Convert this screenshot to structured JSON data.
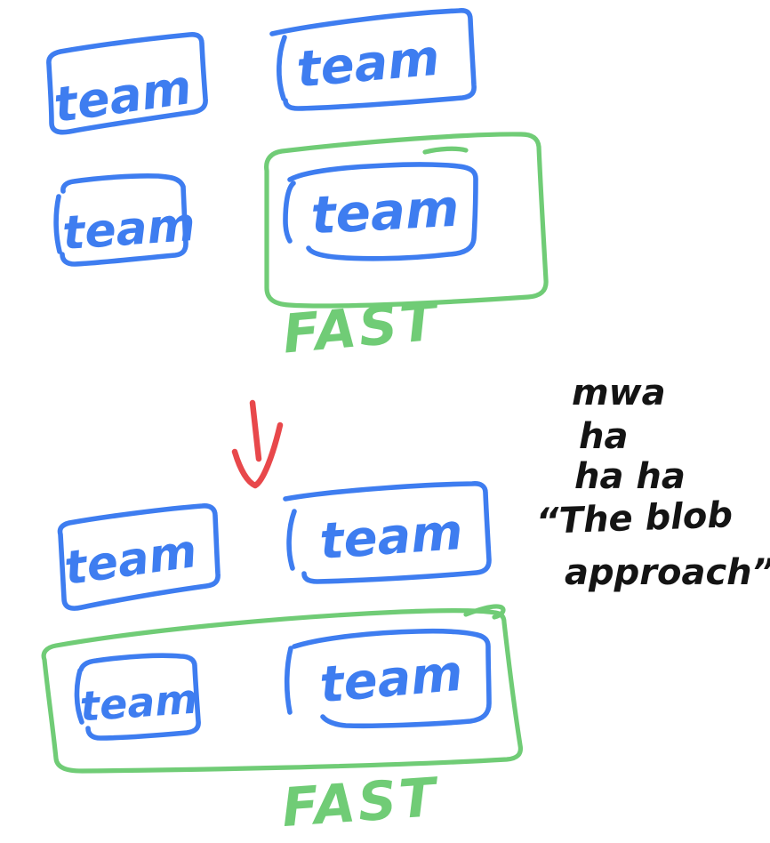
{
  "colors": {
    "background": "#ffffff",
    "team_stroke": "#3e7df0",
    "fast_stroke": "#70cc76",
    "arrow_stroke": "#e8484b",
    "annotation_ink": "#141414"
  },
  "diagram": {
    "top_group": {
      "teams_outside": [
        "team",
        "team",
        "team"
      ],
      "fast_container": {
        "teams": [
          "team"
        ],
        "label": "FAST"
      }
    },
    "transition_arrow": {
      "shape": "down-arrow"
    },
    "annotation": {
      "lines": [
        "mwa",
        "ha",
        "ha ha",
        "“The blob",
        "approach”"
      ]
    },
    "bottom_group": {
      "teams_outside": [
        "team",
        "team"
      ],
      "fast_container": {
        "teams": [
          "team",
          "team"
        ],
        "label": "FAST"
      }
    }
  }
}
